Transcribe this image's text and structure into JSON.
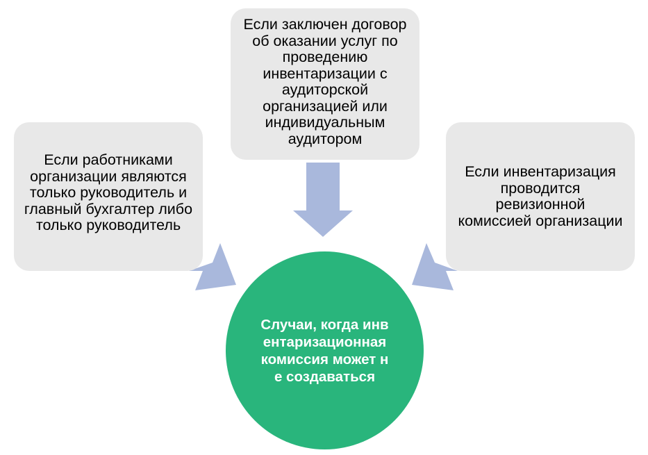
{
  "diagram": {
    "center": {
      "text": "Случаи, когда инвентаризационная комиссия может не создаваться"
    },
    "conditions": [
      {
        "id": "left",
        "text": "Если работниками организации являются только руководитель и главный бухгалтер либо только руководитель"
      },
      {
        "id": "top",
        "text": "Если заключен договор об оказании услуг по проведению инвентаризации с аудиторской организацией или индивидуальным аудитором"
      },
      {
        "id": "right",
        "text": "Если инвентаризация проводится ревизионной комиссией организации"
      }
    ],
    "colors": {
      "box_fill": "#e8e8e8",
      "center_fill": "#29b57c",
      "arrow_fill": "#a9b8dc",
      "center_text": "#ffffff"
    }
  }
}
